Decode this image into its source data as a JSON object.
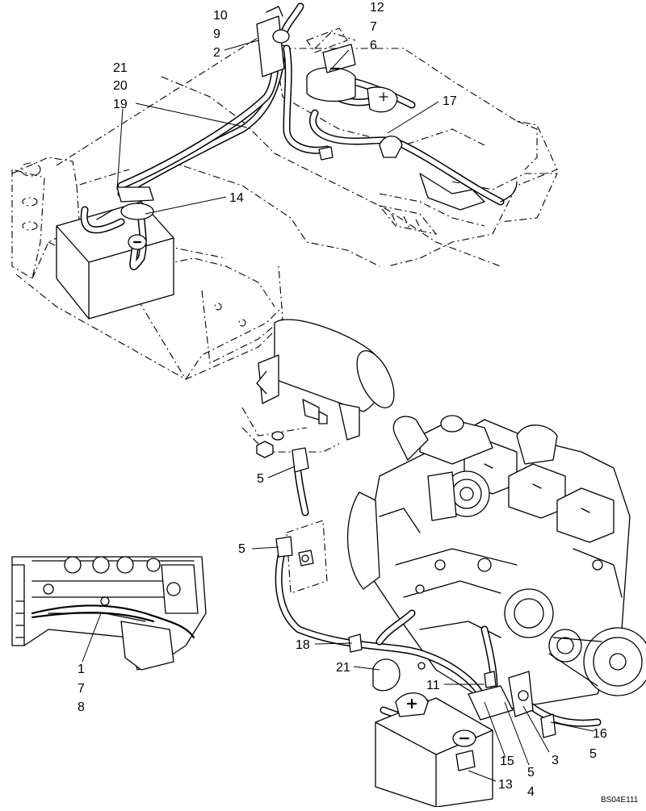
{
  "figure_code": "BS04E111",
  "callouts": {
    "top_group": [
      "10",
      "9",
      "2"
    ],
    "upper_right_group": [
      "12",
      "7",
      "6"
    ],
    "left_group": [
      "21",
      "20",
      "19"
    ],
    "c17": "17",
    "c14": "14",
    "c5_starter": "5",
    "c5_engine": "5",
    "c18": "18",
    "c21": "21",
    "c11": "11",
    "inset_group": [
      "1",
      "7",
      "8"
    ],
    "c16": "16",
    "c3": "3",
    "c5_bottom_right": "5",
    "c15": "15",
    "c5_bottom": "5",
    "c4": "4",
    "c13": "13"
  }
}
